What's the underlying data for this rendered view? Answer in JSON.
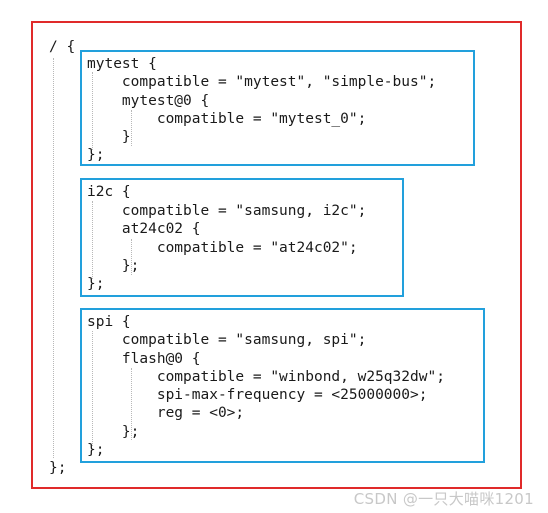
{
  "root": {
    "open": "/ {",
    "close": "};"
  },
  "nodes": [
    {
      "lines": [
        "mytest {",
        "    compatible = \"mytest\", \"simple-bus\";",
        "    mytest@0 {",
        "        compatible = \"mytest_0\";",
        "    }",
        "};"
      ]
    },
    {
      "lines": [
        "i2c {",
        "    compatible = \"samsung, i2c\";",
        "    at24c02 {",
        "        compatible = \"at24c02\";",
        "    };",
        "};"
      ]
    },
    {
      "lines": [
        "spi {",
        "    compatible = \"samsung, spi\";",
        "    flash@0 {",
        "        compatible = \"winbond, w25q32dw\";",
        "        spi-max-frequency = <25000000>;",
        "        reg = <0>;",
        "    };",
        "};"
      ]
    }
  ],
  "watermark": "CSDN @一只大喵咪1201",
  "colors": {
    "outer_border": "#e02a2a",
    "node_border": "#22a0dc",
    "code_text": "#1a1a1a",
    "watermark_text": "#c8c8c8"
  }
}
